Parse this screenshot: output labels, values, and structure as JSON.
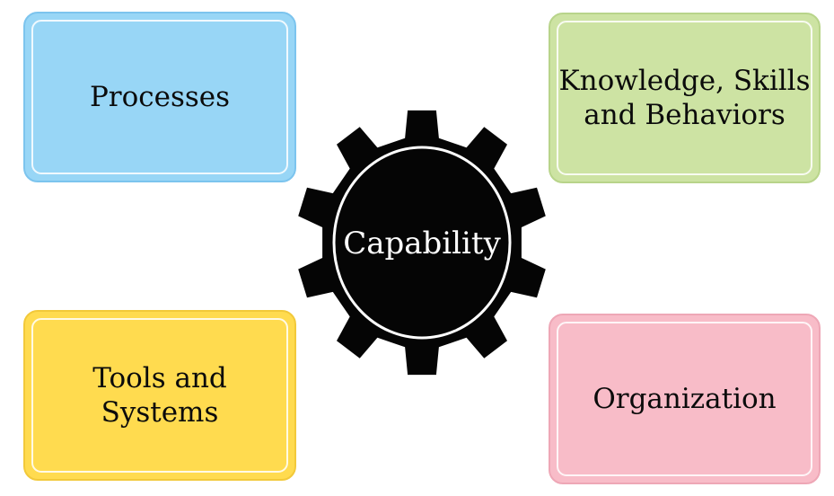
{
  "center": {
    "label": "Capability",
    "icon": "gear-icon"
  },
  "boxes": {
    "processes": {
      "label": "Processes",
      "color": "#98d6f6"
    },
    "knowledge": {
      "label": "Knowledge, Skills\nand Behaviors",
      "color": "#cde3a3"
    },
    "tools": {
      "label": "Tools and\nSystems",
      "color": "#ffdb4f"
    },
    "organization": {
      "label": "Organization",
      "color": "#f8bcc8"
    }
  },
  "colors": {
    "gear": "#050505",
    "gear_outline": "#ffffff"
  }
}
